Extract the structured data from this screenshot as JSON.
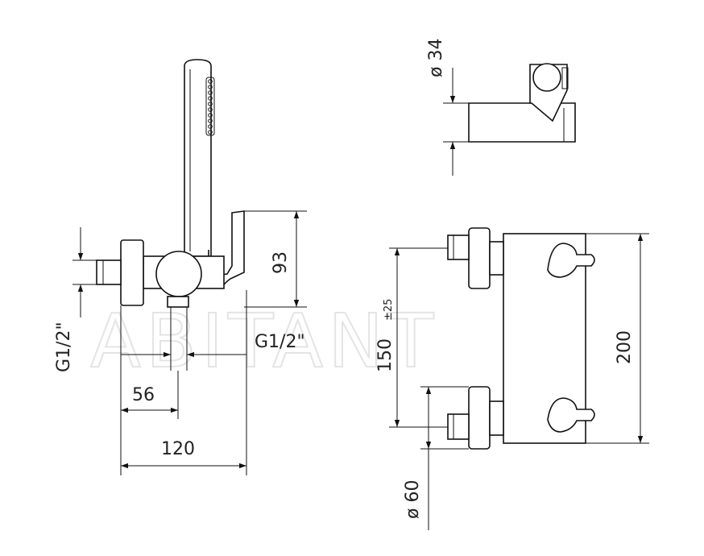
{
  "watermark": "ABITANT",
  "dimensions": {
    "g_left": "G1/2\"",
    "g_right": "G1/2\"",
    "d93": "93",
    "d56": "56",
    "d120": "120",
    "phi34": "ø 34",
    "d150": "150",
    "d150_tol": "±25",
    "d200": "200",
    "phi60": "ø 60"
  }
}
